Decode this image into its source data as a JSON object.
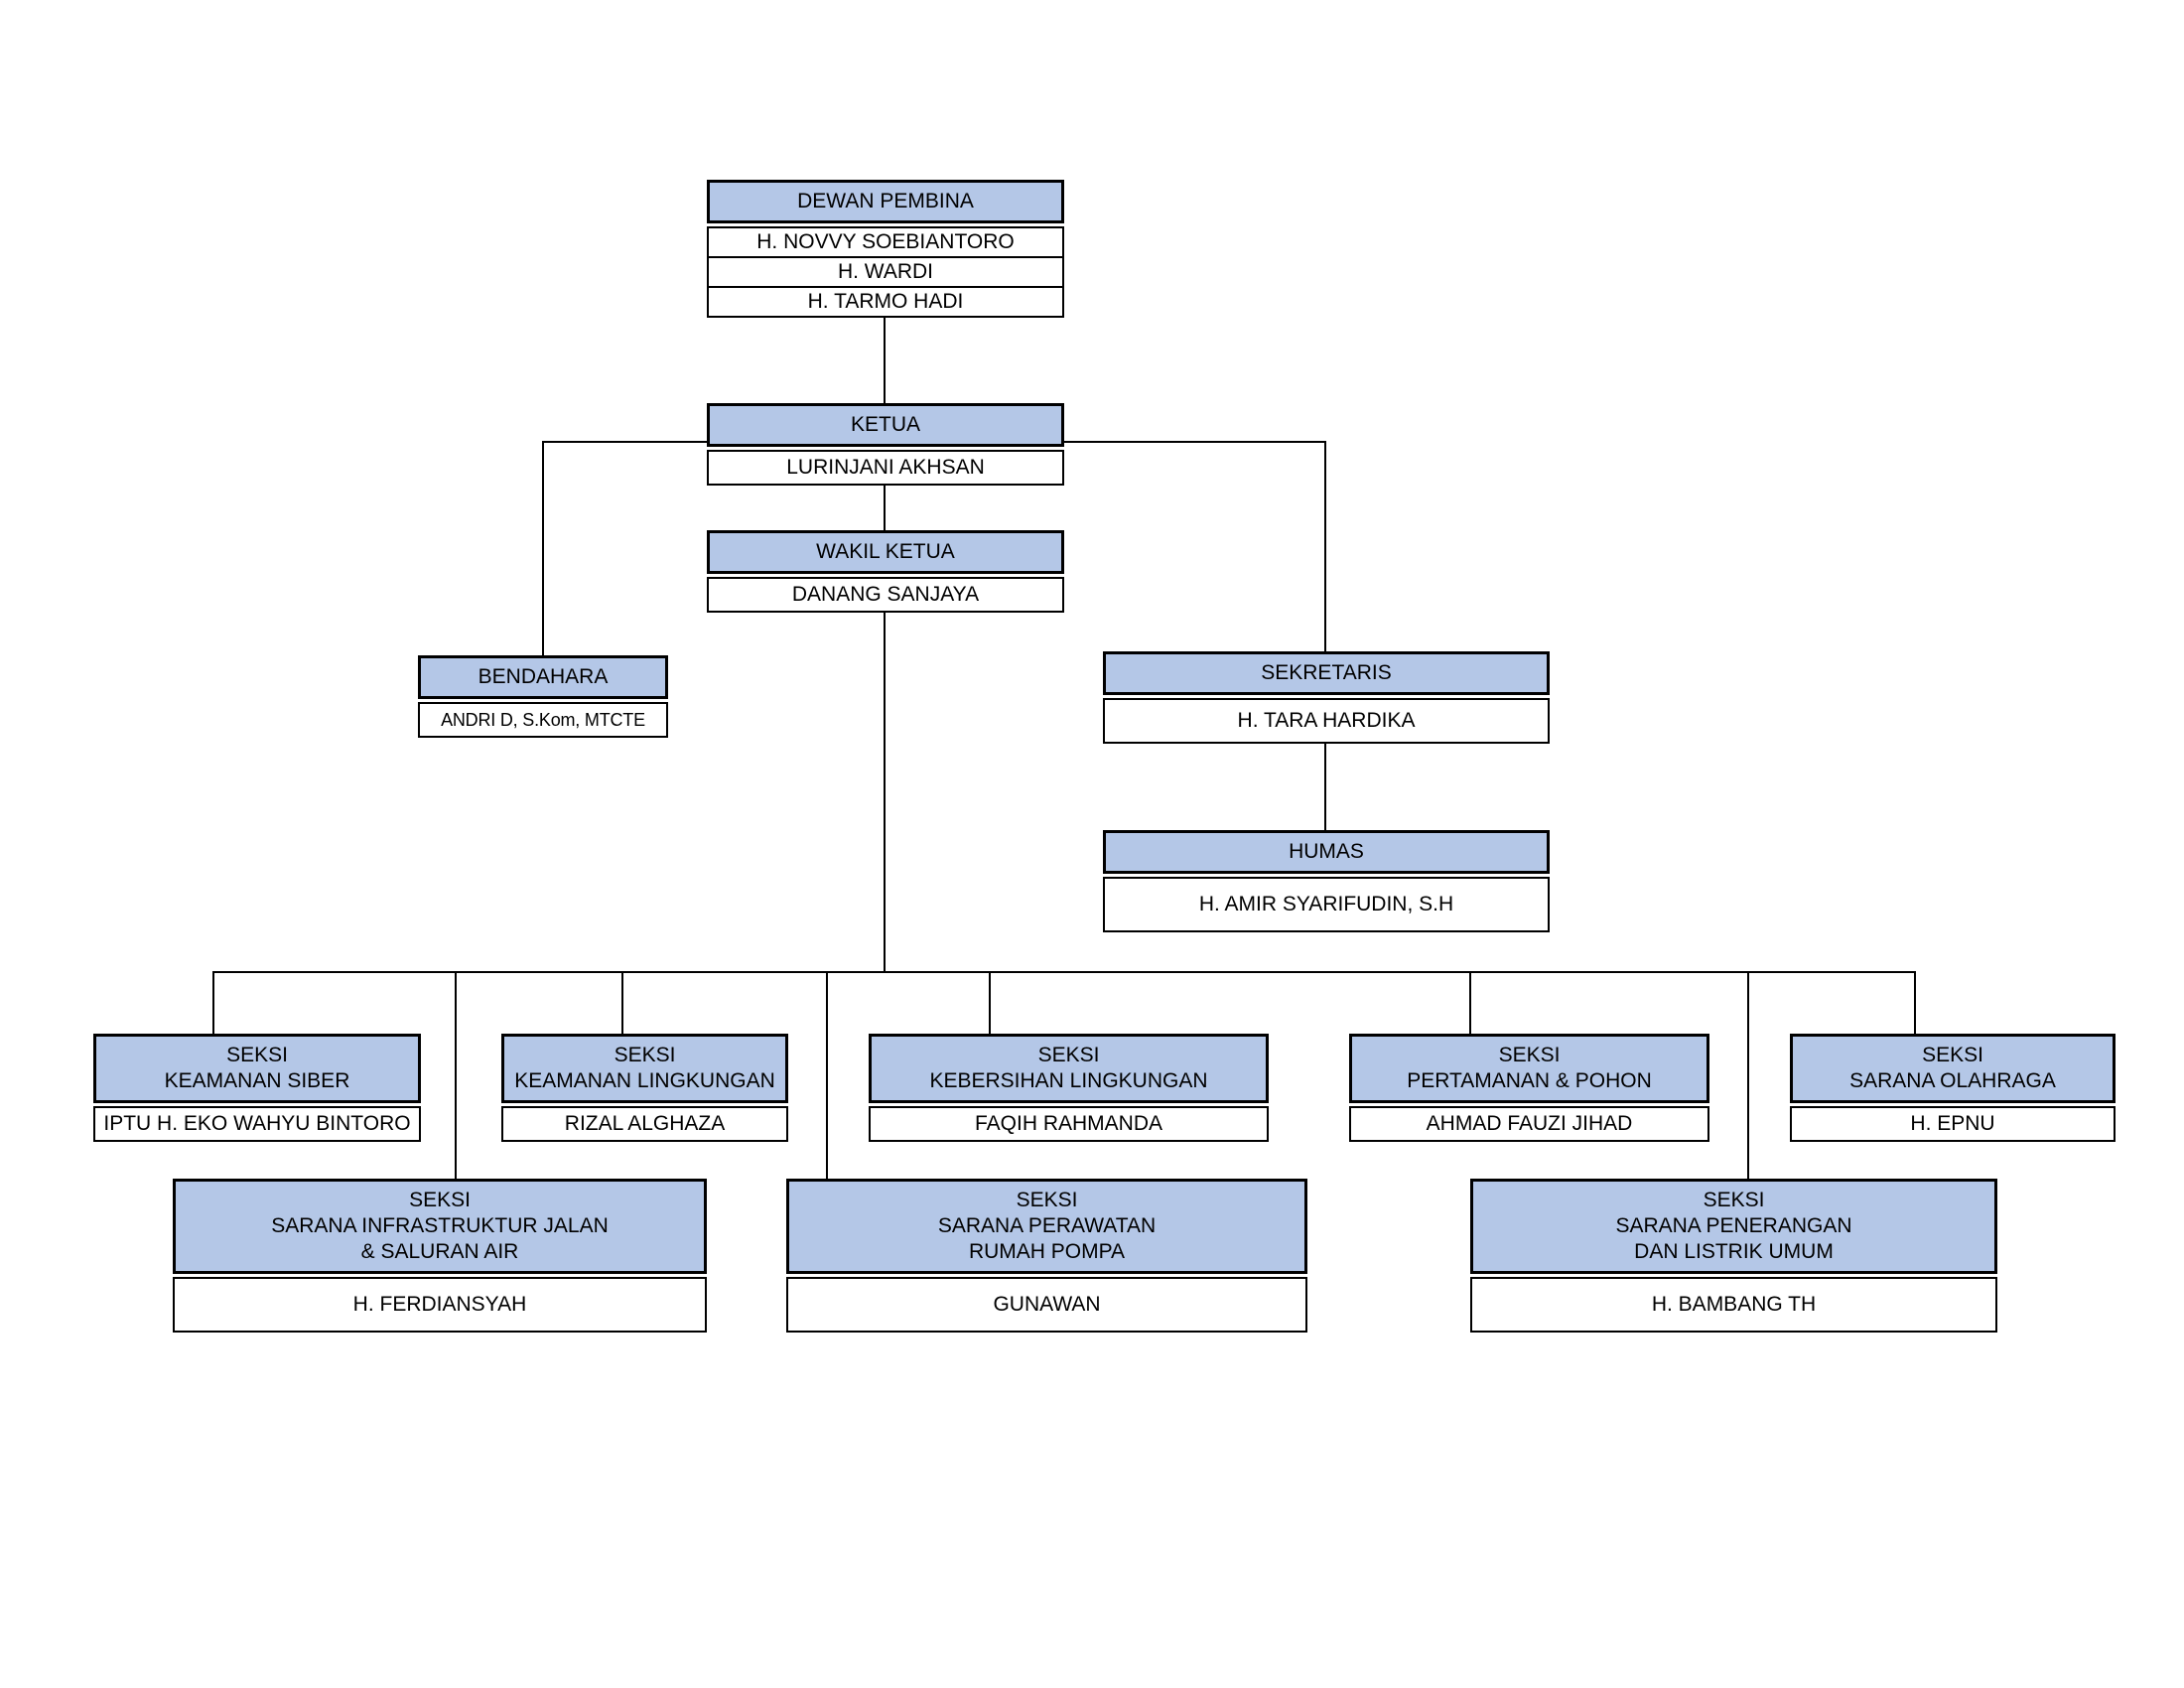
{
  "colors": {
    "header_fill": "#B4C7E7",
    "border": "#000000",
    "line": "#000000",
    "canvas": "#FFFFFF"
  },
  "nodes": {
    "dewan_pembina": {
      "title": "DEWAN PEMBINA",
      "members": [
        "H. NOVVY SOEBIANTORO",
        "H. WARDI",
        "H. TARMO HADI"
      ]
    },
    "ketua": {
      "title": "KETUA",
      "name": "LURINJANI AKHSAN"
    },
    "wakil_ketua": {
      "title": "WAKIL KETUA",
      "name": "DANANG SANJAYA"
    },
    "bendahara": {
      "title": "BENDAHARA",
      "name": "ANDRI D, S.Kom, MTCTE"
    },
    "sekretaris": {
      "title": "SEKRETARIS",
      "name": "H. TARA HARDIKA"
    },
    "humas": {
      "title": "HUMAS",
      "name": "H. AMIR SYARIFUDIN, S.H"
    },
    "seksi_keamanan_siber": {
      "title_lines": [
        "SEKSI",
        "KEAMANAN SIBER"
      ],
      "name": "IPTU H. EKO WAHYU BINTORO"
    },
    "seksi_keamanan_lingkungan": {
      "title_lines": [
        "SEKSI",
        "KEAMANAN LINGKUNGAN"
      ],
      "name": "RIZAL ALGHAZA"
    },
    "seksi_kebersihan_lingkungan": {
      "title_lines": [
        "SEKSI",
        "KEBERSIHAN LINGKUNGAN"
      ],
      "name": "FAQIH RAHMANDA"
    },
    "seksi_pertamanan_pohon": {
      "title_lines": [
        "SEKSI",
        "PERTAMANAN & POHON"
      ],
      "name": "AHMAD FAUZI JIHAD"
    },
    "seksi_sarana_olahraga": {
      "title_lines": [
        "SEKSI",
        "SARANA OLAHRAGA"
      ],
      "name": "H. EPNU"
    },
    "seksi_sarana_infrastruktur": {
      "title_lines": [
        "SEKSI",
        "SARANA INFRASTRUKTUR JALAN",
        "& SALURAN AIR"
      ],
      "name": "H. FERDIANSYAH"
    },
    "seksi_sarana_perawatan": {
      "title_lines": [
        "SEKSI",
        "SARANA PERAWATAN",
        "RUMAH POMPA"
      ],
      "name": "GUNAWAN"
    },
    "seksi_sarana_penerangan": {
      "title_lines": [
        "SEKSI",
        "SARANA PENERANGAN",
        "DAN LISTRIK UMUM"
      ],
      "name": "H. BAMBANG TH"
    }
  }
}
